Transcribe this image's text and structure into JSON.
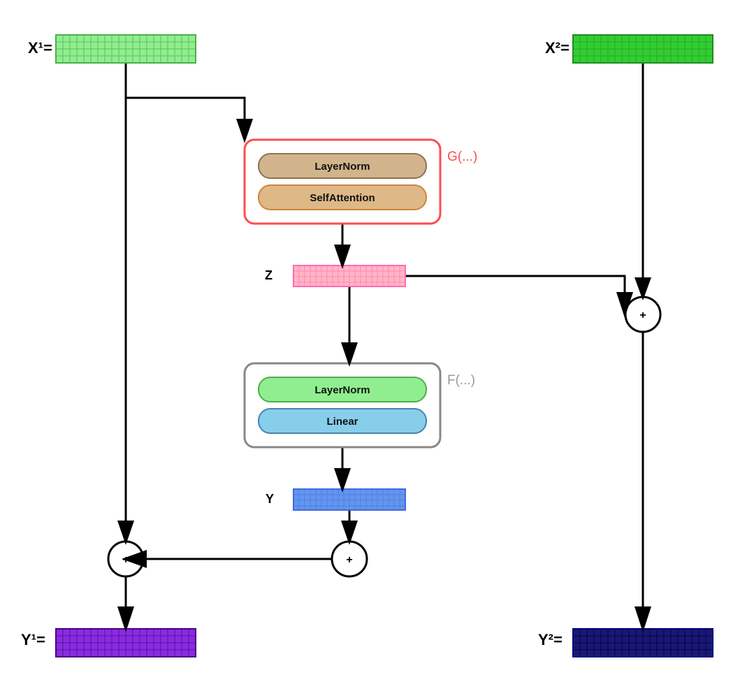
{
  "diagram": {
    "inputs": {
      "x1": {
        "label": "X¹=",
        "fill": "#90ee90",
        "stroke": "#4cae4c",
        "grid": "#5cbf5c"
      },
      "x2": {
        "label": "X²=",
        "fill": "#32cd32",
        "stroke": "#228b22",
        "grid": "#2aa82a"
      }
    },
    "outputs": {
      "y1": {
        "label": "Y¹=",
        "fill": "#8a2be2",
        "stroke": "#4b0082",
        "grid": "#5a10a0"
      },
      "y2": {
        "label": "Y²=",
        "fill": "#191970",
        "stroke": "#000080",
        "grid": "#000060"
      }
    },
    "intermediates": {
      "z": {
        "label": "Z",
        "fill": "#ffb6c1",
        "stroke": "#ff69b4",
        "grid": "#ff85c0"
      },
      "y": {
        "label": "Y",
        "fill": "#6495ed",
        "stroke": "#4169e1",
        "grid": "#5080e8"
      }
    },
    "blocks": {
      "g": {
        "label": "G(...)",
        "border": "#ff4d4d",
        "label_color": "#ff4d4d",
        "layers": [
          {
            "label": "LayerNorm",
            "fill": "#d2b48c",
            "stroke": "#8b7355"
          },
          {
            "label": "SelfAttention",
            "fill": "#deb887",
            "stroke": "#cd853f"
          }
        ]
      },
      "f": {
        "label": "F(...)",
        "border": "#888888",
        "label_color": "#999999",
        "layers": [
          {
            "label": "LayerNorm",
            "fill": "#90ee90",
            "stroke": "#4cae4c"
          },
          {
            "label": "Linear",
            "fill": "#87ceeb",
            "stroke": "#4682b4"
          }
        ]
      }
    },
    "operators": {
      "add_symbol": "+"
    }
  }
}
